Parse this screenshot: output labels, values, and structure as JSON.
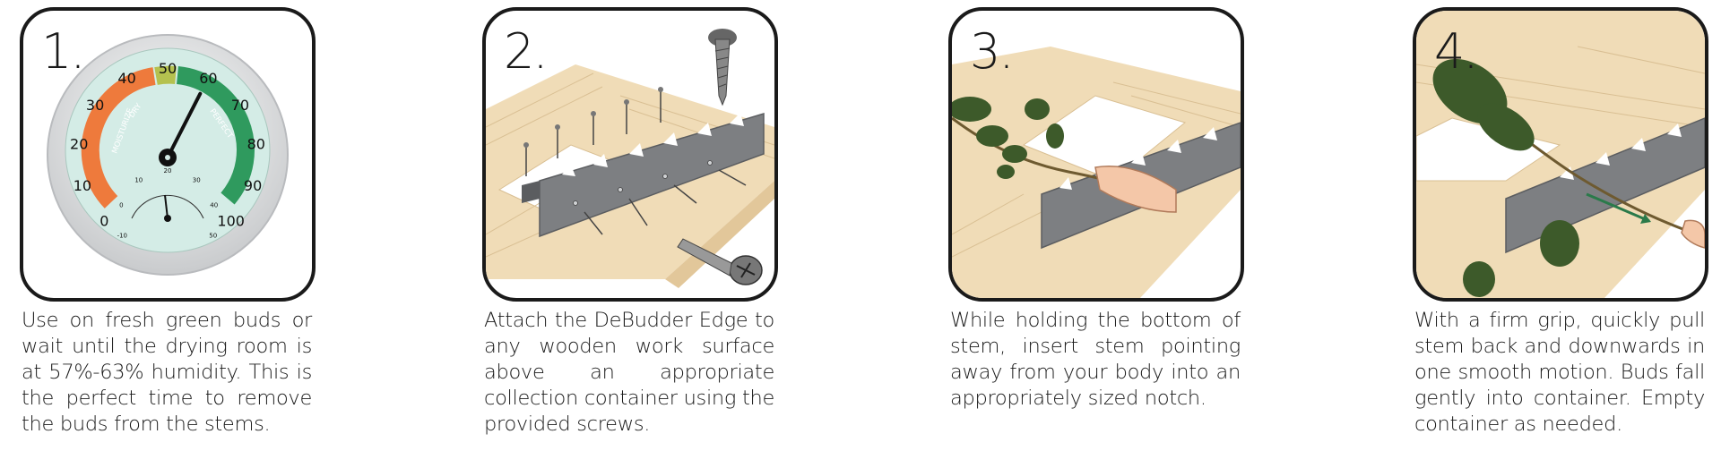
{
  "steps": [
    {
      "number": "1.",
      "caption": "Use on fresh green buds or wait until the drying room is at 57%-63% humidity. This is the perfect time to remove the buds from the stems.",
      "gauge": {
        "ticks": [
          "0",
          "10",
          "20",
          "30",
          "40",
          "50",
          "60",
          "70",
          "80",
          "90",
          "100"
        ],
        "dry_label": "DRY",
        "moisturize_label": "MOISTURIZE",
        "perfect_label": "PERFECT",
        "temp_ticks": [
          "-10",
          "0",
          "10",
          "20",
          "30",
          "40",
          "50"
        ],
        "humidity_reading": 60,
        "colors": {
          "dry": "#ee7a3c",
          "optimal": "#b5c14f",
          "perfect": "#2f9a5e",
          "face": "#d4ece6"
        }
      }
    },
    {
      "number": "2.",
      "caption": "Attach the DeBudder Edge to any wooden work surface above an appropriate collection container using the provided screws."
    },
    {
      "number": "3.",
      "caption": "While holding the bottom of stem, insert stem pointing away from your body into an appropriately sized notch."
    },
    {
      "number": "4.",
      "caption": "With a firm grip, quickly pull stem back and downwards in one smooth motion. Buds fall gently into container. Empty container as needed."
    }
  ],
  "colors": {
    "wood": "#f0dcb7",
    "wood_grain": "#d9bf93",
    "steel": "#7d7f82",
    "steel_dark": "#5b5d60",
    "bud": "#3d5a2a",
    "arrow": "#2a7a4a"
  }
}
